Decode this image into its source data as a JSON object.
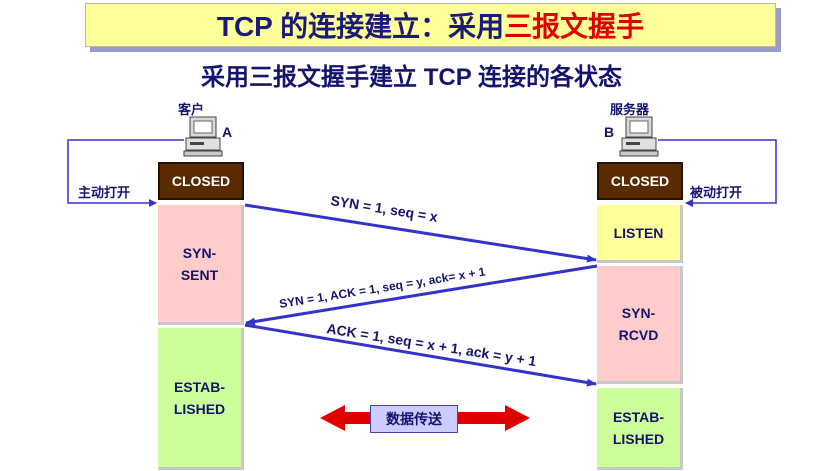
{
  "title": {
    "prefix": "TCP 的连接建立：采用",
    "highlight": "三报文握手"
  },
  "subtitle": "采用三报文握手建立 TCP 连接的各状态",
  "client": {
    "label": "客户",
    "letter": "A",
    "action": "主动打开"
  },
  "server": {
    "label": "服务器",
    "letter": "B",
    "action": "被动打开"
  },
  "client_states": [
    {
      "line1": "CLOSED",
      "line2": ""
    },
    {
      "line1": "SYN-",
      "line2": "SENT"
    },
    {
      "line1": "ESTAB-",
      "line2": "LISHED"
    }
  ],
  "server_states": [
    {
      "line1": "CLOSED",
      "line2": ""
    },
    {
      "line1": "LISTEN",
      "line2": ""
    },
    {
      "line1": "SYN-",
      "line2": "RCVD"
    },
    {
      "line1": "ESTAB-",
      "line2": "LISHED"
    }
  ],
  "messages": {
    "msg1": "SYN = 1, seq = x",
    "msg2": "SYN = 1, ACK = 1, seq = y, ack= x + 1",
    "msg3": "ACK = 1, seq = x + 1, ack = y + 1"
  },
  "data_transfer": "数据传送",
  "colors": {
    "arrow": "#3333cc",
    "data_arrow": "#e00000",
    "closed": "#5a2a00",
    "pink": "#ffcccc",
    "yellow": "#ffff99",
    "green": "#ccff99"
  }
}
